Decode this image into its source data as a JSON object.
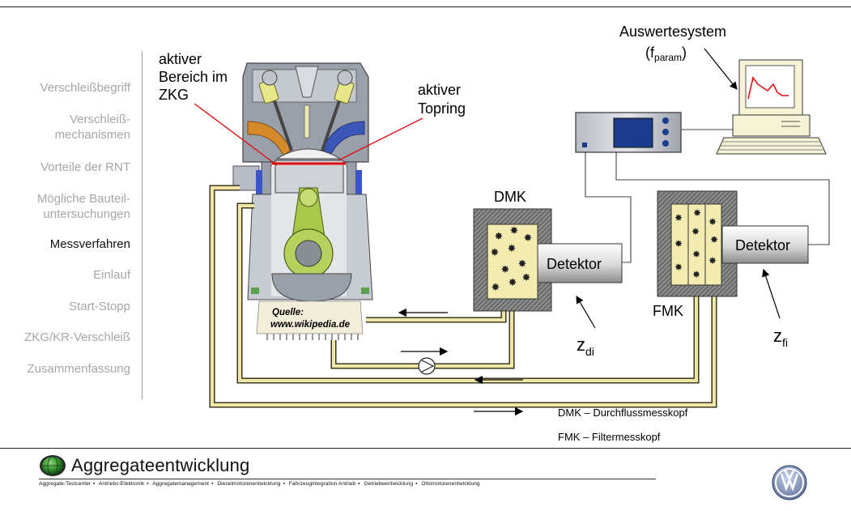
{
  "nav": {
    "items": [
      {
        "label": "Verschleißbegriff",
        "active": false
      },
      {
        "label": "Verschleiß-\nmechanismen",
        "active": false
      },
      {
        "label": "Vorteile der RNT",
        "active": false
      },
      {
        "label": "Mögliche Bauteil-\nuntersuchungen",
        "active": false
      },
      {
        "label": "Messverfahren",
        "active": true
      },
      {
        "label": "Einlauf",
        "active": false
      },
      {
        "label": "Start-Stopp",
        "active": false
      },
      {
        "label": "ZKG/KR-Verschleiß",
        "active": false
      },
      {
        "label": "Zusammenfassung",
        "active": false
      }
    ]
  },
  "diagram": {
    "label_zkg_line1": "aktiver",
    "label_zkg_line2": "Bereich im",
    "label_zkg_line3": "ZKG",
    "label_topring_line1": "aktiver",
    "label_topring_line2": "Topring",
    "source_line1": "Quelle:",
    "source_line2": "www.wikipedia.de",
    "auswerte_title": "Auswertesystem",
    "auswerte_param_f": "f",
    "auswerte_param_sub": "param",
    "dmk_label": "DMK",
    "fmk_label": "FMK",
    "detektor_dmk": "Detektor",
    "detektor_fmk": "Detektor",
    "z_di": "z",
    "z_di_sub": "di",
    "z_fi": "z",
    "z_fi_sub": "fi",
    "legend_dmk": "DMK – Durchflussmesskopf",
    "legend_fmk": "FMK – Filtermesskopf"
  },
  "footer": {
    "title": "Aggregateentwicklung",
    "departments": [
      "Aggregate-Testcenter",
      "Antriebs-Elektronik",
      "Aggregatemanagement",
      "Dieselmotorenentwicklung",
      "Fahrzeugintegration Antrieb",
      "Getriebeentwicklung",
      "Ottomotorenentwicklung"
    ]
  },
  "colors": {
    "pipe_fill": "#efe6a8",
    "pipe_stroke": "#2a2a10",
    "hatch": "#555555",
    "measure_head": "#f3ebb0",
    "piston_red": "#e01010",
    "nav_inactive": "#a6a6a6"
  }
}
